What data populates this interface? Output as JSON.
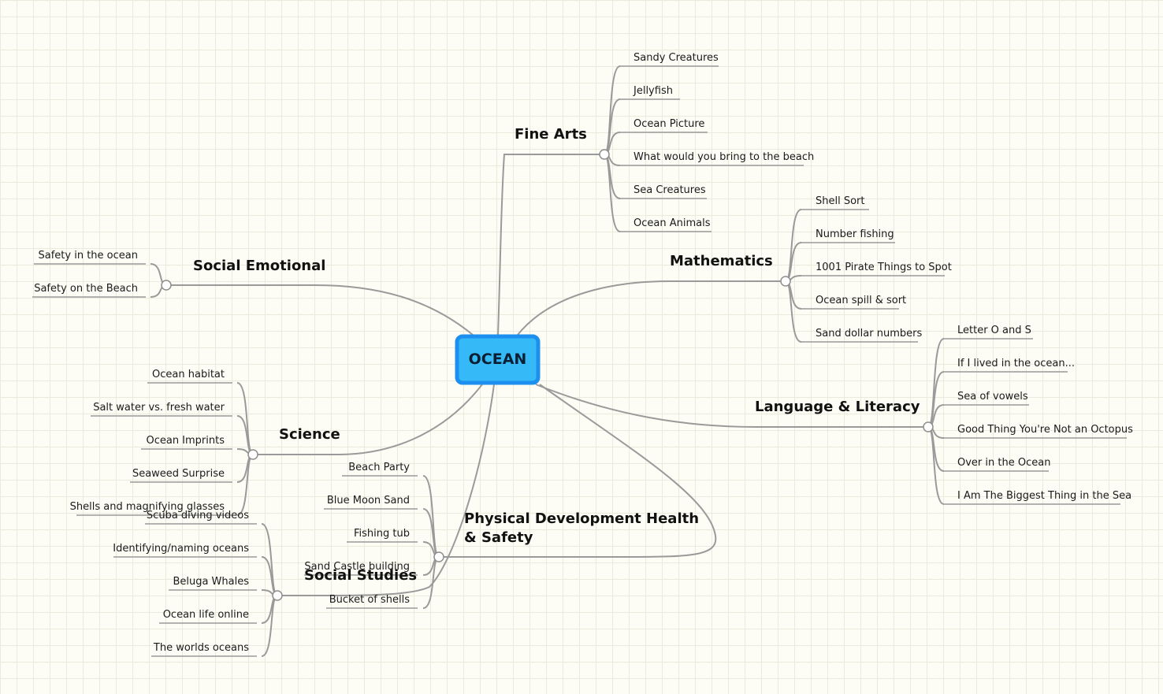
{
  "root": {
    "label": "OCEAN"
  },
  "branches": [
    {
      "id": "fine-arts",
      "label": "Fine Arts",
      "leaves": [
        "Sandy Creatures",
        "Jellyfish",
        "Ocean Picture",
        "What would you bring to the beach",
        "Sea Creatures",
        "Ocean Animals"
      ]
    },
    {
      "id": "mathematics",
      "label": "Mathematics",
      "leaves": [
        "Shell Sort",
        "Number fishing",
        "1001 Pirate Things to Spot",
        "Ocean spill & sort",
        "Sand dollar numbers"
      ]
    },
    {
      "id": "language-literacy",
      "label": "Language & Literacy",
      "leaves": [
        "Letter O and S",
        "If I lived in the ocean...",
        "Sea of vowels",
        "Good Thing You're Not an Octopus",
        "Over in the Ocean",
        "I Am The Biggest Thing in the Sea"
      ]
    },
    {
      "id": "social-emotional",
      "label": "Social Emotional",
      "leaves": [
        "Safety in the ocean",
        "Safety on the Beach"
      ]
    },
    {
      "id": "science",
      "label": "Science",
      "leaves": [
        "Ocean habitat",
        "Salt water vs. fresh water",
        "Ocean Imprints",
        "Seaweed Surprise",
        "Shells and magnifying glasses"
      ]
    },
    {
      "id": "physical-development",
      "label": [
        "Physical Development Health",
        "& Safety"
      ],
      "leaves": [
        "Beach Party",
        "Blue Moon Sand",
        "Fishing tub",
        "Sand Castle building",
        "Bucket of shells"
      ]
    },
    {
      "id": "social-studies",
      "label": "Social Studies",
      "leaves": [
        "Scuba diving videos",
        "Identifying/naming oceans",
        "Beluga Whales",
        "Ocean life online",
        "The worlds oceans"
      ]
    }
  ]
}
